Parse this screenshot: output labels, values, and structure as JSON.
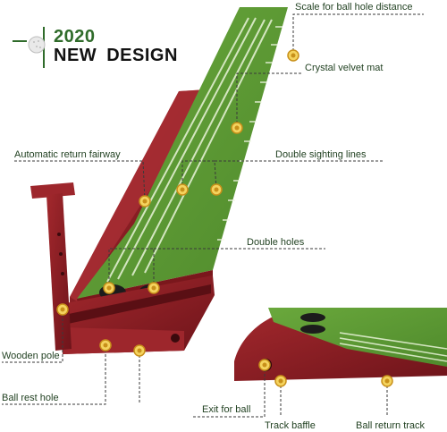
{
  "header": {
    "year": "2020",
    "title": "NEW DESIGN"
  },
  "labels": {
    "scale": "Scale for ball hole distance",
    "crystal_velvet": "Crystal velvet mat",
    "auto_return": "Automatic return fairway",
    "double_sighting": "Double sighting lines",
    "double_holes": "Double holes",
    "wooden_pole": "Wooden pole",
    "ball_rest": "Ball rest hole",
    "exit_ball": "Exit for ball",
    "track_baffle": "Track baffle",
    "ball_return": "Ball return track"
  },
  "colors": {
    "accent_green": "#2f6b2a",
    "mat_green": "#5e9a34",
    "wood_red": "#8a1f24",
    "marker_gold": "#e2b21e"
  }
}
